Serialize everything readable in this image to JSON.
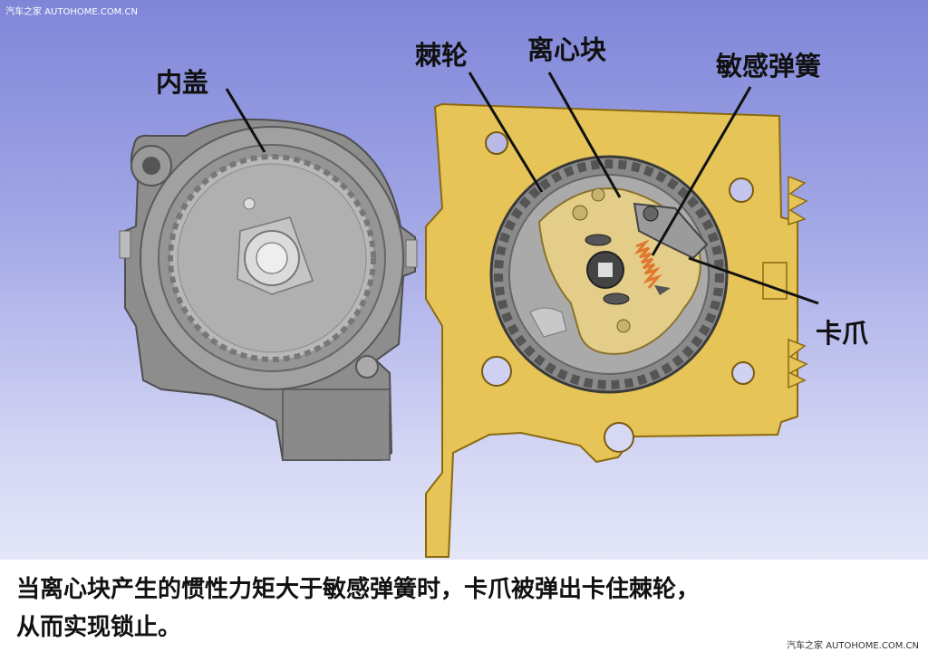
{
  "watermark": {
    "top": "汽车之家  AUTOHOME.COM.CN",
    "bottom": "汽车之家  AUTOHOME.COM.CN"
  },
  "labels": {
    "inner_cover": "内盖",
    "ratchet": "棘轮",
    "centrifugal_block": "离心块",
    "sensitive_spring": "敏感弹簧",
    "pawl": "卡爪"
  },
  "caption": {
    "line1": "当离心块产生的惯性力矩大于敏感弹簧时，卡爪被弹出卡住棘轮，",
    "line2": "从而实现锁止。"
  },
  "colors": {
    "background_top": "#7f86d8",
    "housing_gray": "#8c8c8c",
    "bracket_yellow": "#e8c75a",
    "spring_orange": "#e07830"
  }
}
